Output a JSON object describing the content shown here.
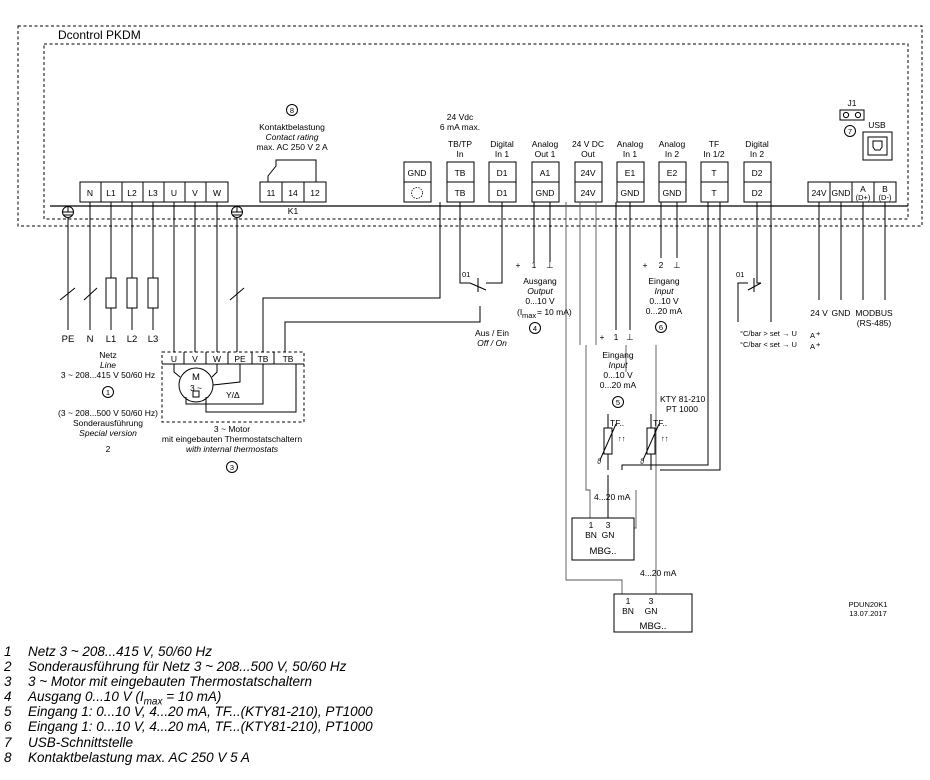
{
  "title": "Dcontrol PKDM",
  "doc_id": "PDUN20K1",
  "doc_date": "13.07.2017",
  "badges": [
    "1",
    "2",
    "3",
    "4",
    "5",
    "6",
    "7",
    "8"
  ],
  "relay": {
    "heading": [
      "Kontaktbelastung",
      "Contact rating",
      "max. AC 250 V 2 A"
    ],
    "terminals": [
      "11",
      "14",
      "12"
    ],
    "name": "K1"
  },
  "j1_label": "J1",
  "usb_label": "USB",
  "mains_terminals": [
    "N",
    "L1",
    "L2",
    "L3",
    "U",
    "V",
    "W"
  ],
  "signal_groups": [
    {
      "head": [
        "24 Vdc",
        "6 mA max.",
        "TB/TP",
        "In"
      ],
      "top": "TB",
      "bottom": "TB"
    },
    {
      "head": [
        "Digital",
        "In 1"
      ],
      "top": "D1",
      "bottom": "D1"
    },
    {
      "head": [
        "Analog",
        "Out 1"
      ],
      "top": "A1",
      "bottom": "GND"
    },
    {
      "head": [
        "24 V DC",
        "Out"
      ],
      "top": "24V",
      "bottom": "24V"
    },
    {
      "head": [
        "Analog",
        "In 1"
      ],
      "top": "E1",
      "bottom": "GND"
    },
    {
      "head": [
        "Analog",
        "In 2"
      ],
      "top": "E2",
      "bottom": "GND"
    },
    {
      "head": [
        "TF",
        "In 1/2"
      ],
      "top": "T",
      "bottom": "T"
    },
    {
      "head": [
        "Digital",
        "In 2"
      ],
      "top": "D2",
      "bottom": "D2"
    }
  ],
  "gnd_top": "GND",
  "bus_terminals": [
    {
      "top": "24V"
    },
    {
      "top": "GND"
    },
    {
      "top": "A",
      "sub": "(D+)"
    },
    {
      "top": "B",
      "sub": "(D-)"
    }
  ],
  "bus_labels": [
    "24 V",
    "GND",
    "MODBUS",
    "(RS-485)"
  ],
  "line_labels": [
    "PE",
    "N",
    "L1",
    "L2",
    "L3"
  ],
  "netz": {
    "lines": [
      "Netz",
      "Line",
      "3 ~ 208...415 V 50/60 Hz"
    ],
    "badge": "1"
  },
  "special": {
    "lines": [
      "(3 ~ 208...500 V 50/60 Hz)",
      "Sonderausführung",
      "Special version"
    ],
    "num": "2"
  },
  "motor": {
    "terminals": [
      "U",
      "V",
      "W",
      "PE",
      "TB",
      "TB"
    ],
    "symbol": [
      "M",
      "3 ~"
    ],
    "yd": "Y/Δ",
    "lines": [
      "3 ~ Motor",
      "mit eingebauten Thermostatschaltern",
      "with internal thermostats"
    ],
    "badge": "3"
  },
  "contact_label": "01",
  "ausein": {
    "lines": [
      "Aus / Ein",
      "Off / On"
    ]
  },
  "output": {
    "pins": [
      "+",
      "1",
      "⊥"
    ],
    "lines": [
      "Ausgang",
      "Output",
      "0...10 V",
      "(I",
      "max",
      " = 10 mA)"
    ],
    "badge": "4"
  },
  "input1": {
    "pins": [
      "+",
      "1",
      "⊥"
    ],
    "lines": [
      "Eingang",
      "Input",
      "0...10 V",
      "0...20 mA"
    ],
    "badge": "5"
  },
  "input2": {
    "pins": [
      "+",
      "2",
      "⊥"
    ],
    "lines": [
      "Eingang",
      "Input",
      "0...10 V",
      "0...20 mA"
    ],
    "badge": "6"
  },
  "kty": [
    "KTY 81-210",
    "PT 1000"
  ],
  "tf_label": "TF..",
  "theta": "ϑ",
  "d2_lines": [
    "°C/bar > set → U",
    "°C/bar < set → U",
    "A",
    "+"
  ],
  "mbg": [
    {
      "current": "4...20 mA",
      "pins": [
        "1",
        "3"
      ],
      "pin_names": [
        "BN",
        "GN"
      ],
      "name": "MBG.."
    },
    {
      "current": "4...20 mA",
      "pins": [
        "1",
        "3"
      ],
      "pin_names": [
        "BN",
        "GN"
      ],
      "name": "MBG.."
    }
  ],
  "legend": [
    {
      "num": "1",
      "text": "Netz 3 ~ 208...415 V, 50/60 Hz"
    },
    {
      "num": "2",
      "text": "Sonderausführung für Netz 3 ~ 208...500 V, 50/60 Hz"
    },
    {
      "num": "3",
      "text": "3 ~ Motor mit eingebauten Thermostatschaltern"
    },
    {
      "num": "4",
      "text_a": "Ausgang 0...10 V (I",
      "sub": "max",
      "text_b": " = 10 mA)"
    },
    {
      "num": "5",
      "text": "Eingang 1: 0...10 V,  4...20 mA, TF...(KTY81-210), PT1000"
    },
    {
      "num": "6",
      "text": "Eingang 1: 0...10 V,  4...20 mA, TF...(KTY81-210), PT1000"
    },
    {
      "num": "7",
      "text": "USB-Schnittstelle"
    },
    {
      "num": "8",
      "text": "Kontaktbelastung max. AC 250 V 5 A"
    }
  ]
}
